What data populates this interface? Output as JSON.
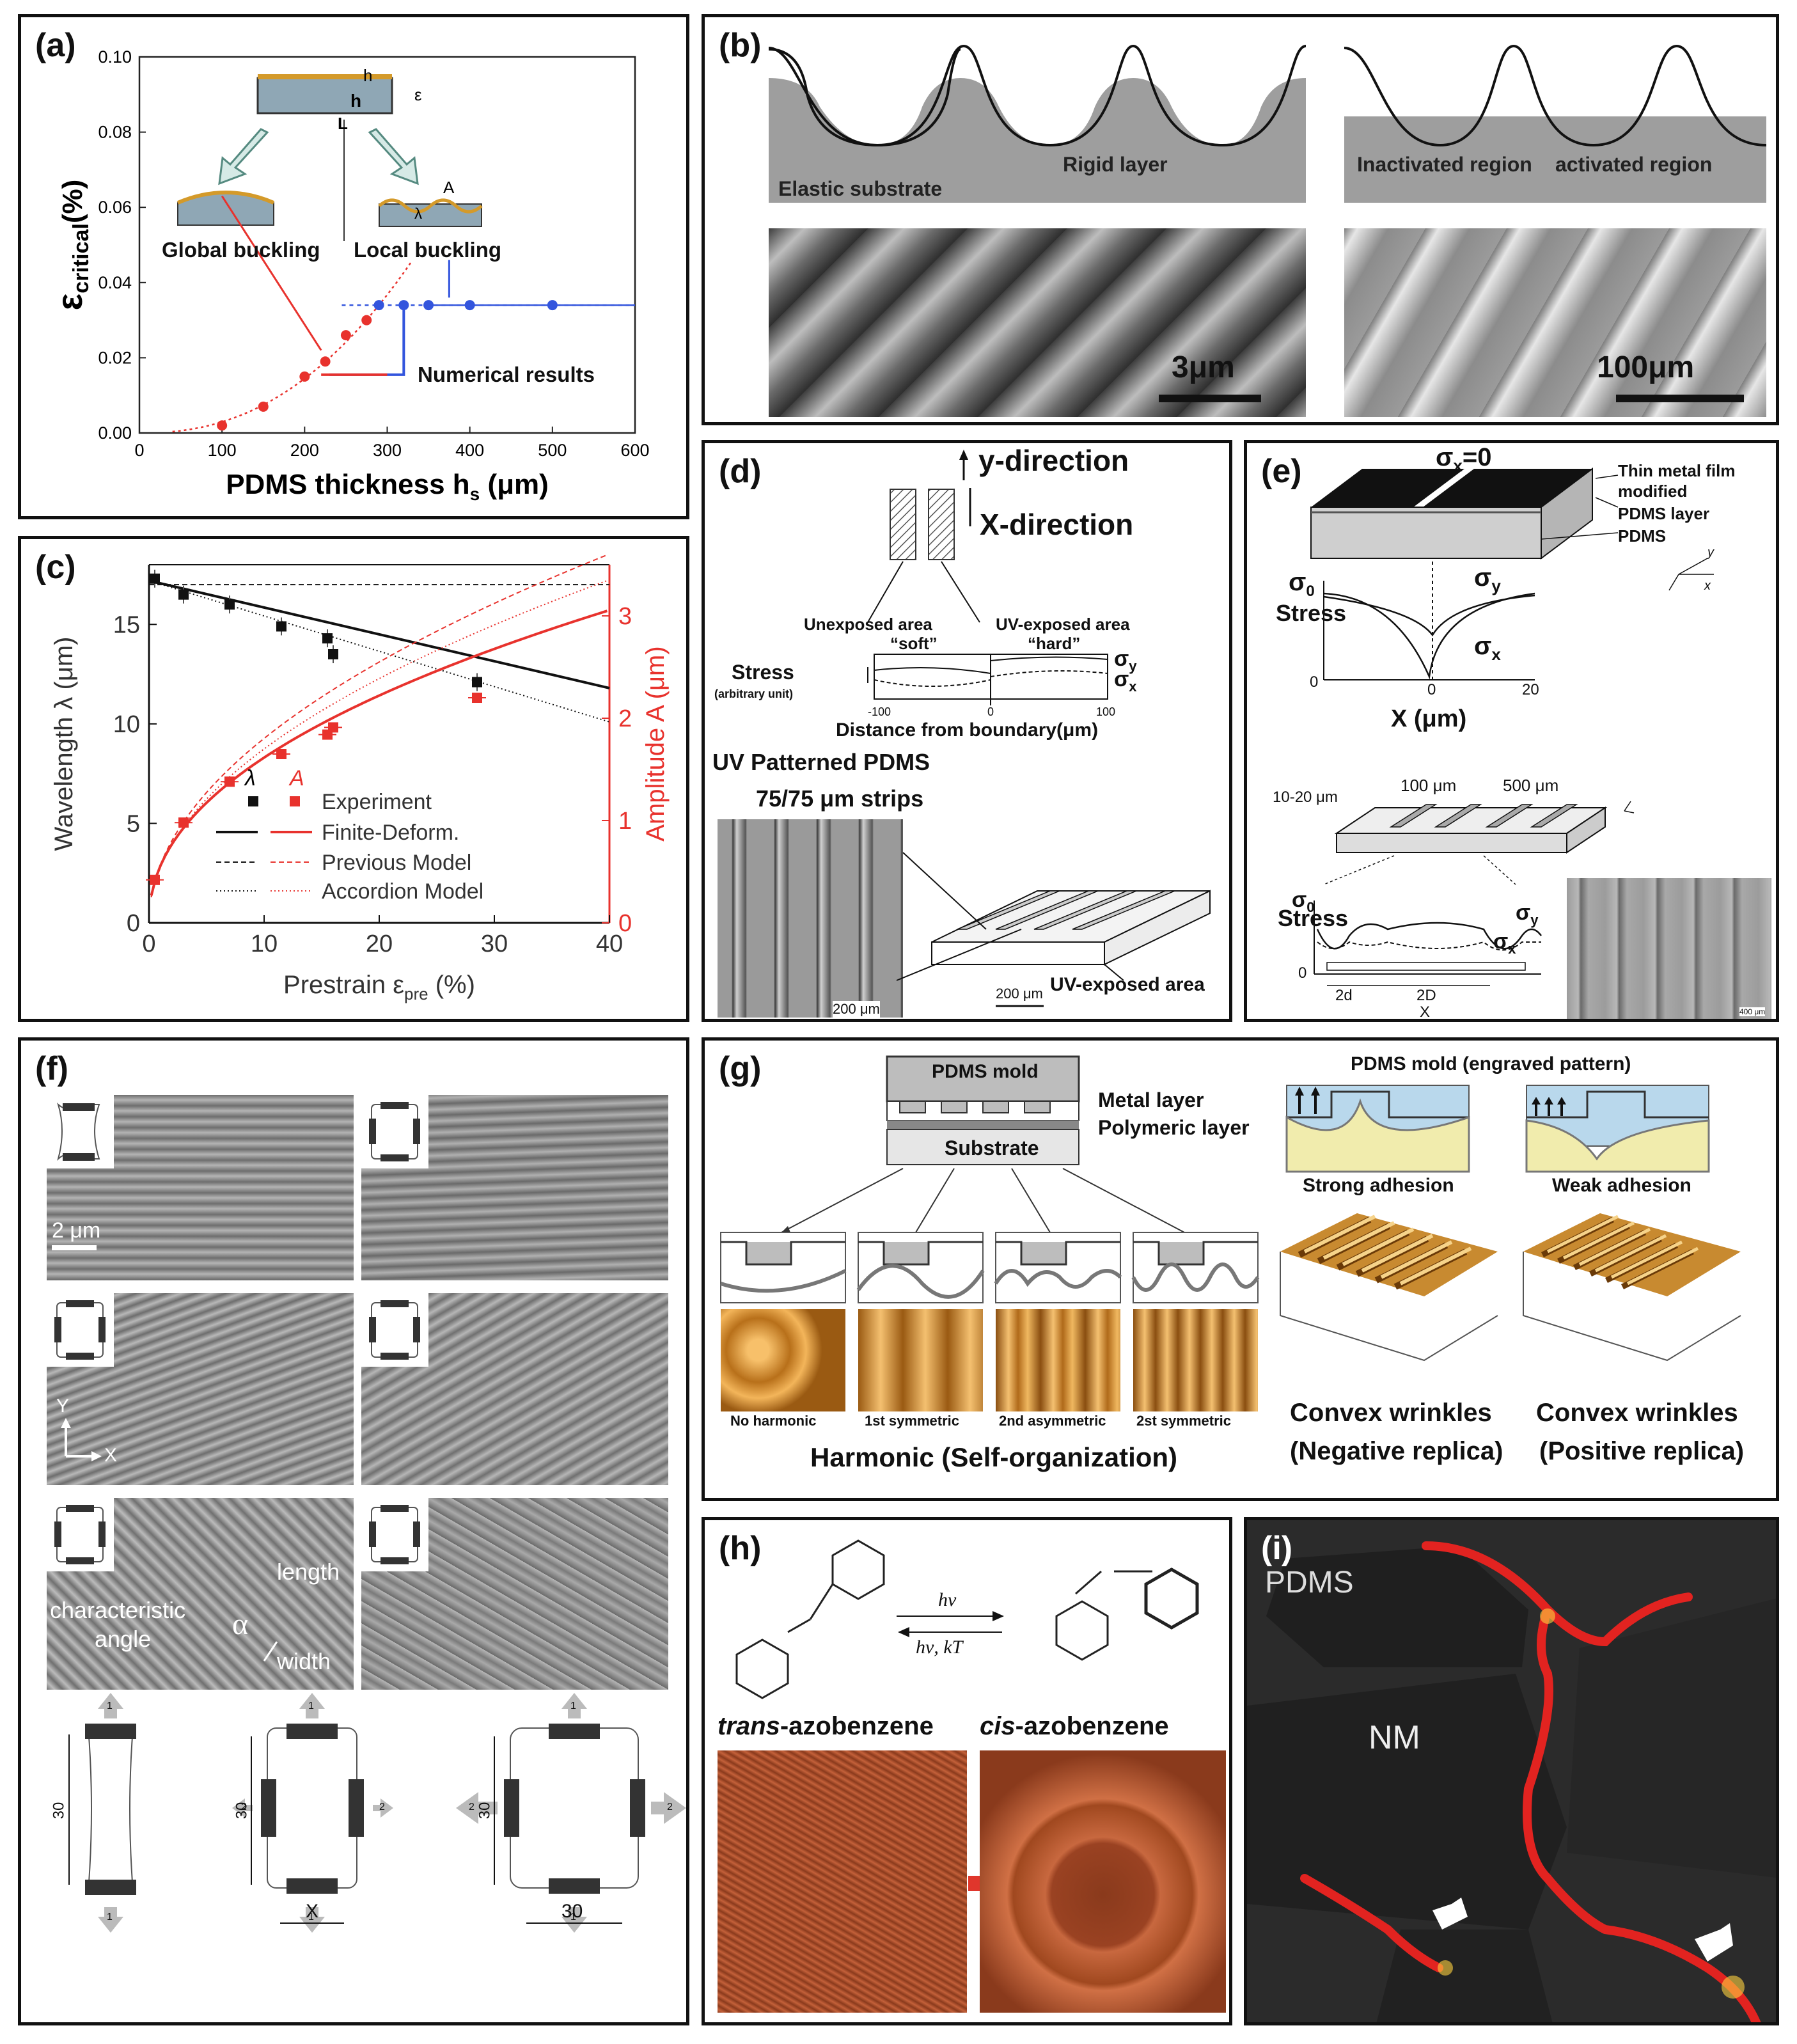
{
  "panels": {
    "a": {
      "label": "(a)"
    },
    "b": {
      "label": "(b)"
    },
    "c": {
      "label": "(c)"
    },
    "d": {
      "label": "(d)"
    },
    "e": {
      "label": "(e)"
    },
    "f": {
      "label": "(f)"
    },
    "g": {
      "label": "(g)"
    },
    "h": {
      "label": "(h)"
    },
    "i": {
      "label": "(i)"
    }
  },
  "chart_data": [
    {
      "id": "a",
      "type": "scatter",
      "xlabel": "PDMS thickness h",
      "xlabel_sub": "s",
      "xlabel_unit": " (μm)",
      "ylabel": "ε",
      "ylabel_sub": "critical",
      "ylabel_unit": "(%)",
      "xlim": [
        0,
        600
      ],
      "ylim": [
        0,
        0.1
      ],
      "xticks": [
        "0",
        "100",
        "200",
        "300",
        "400",
        "500",
        "600"
      ],
      "yticks": [
        "0.00",
        "0.02",
        "0.04",
        "0.06",
        "0.08",
        "0.10"
      ],
      "series": [
        {
          "color": "#e8322d",
          "points": [
            [
              100,
              0.002
            ],
            [
              150,
              0.007
            ],
            [
              200,
              0.015
            ],
            [
              225,
              0.019
            ],
            [
              250,
              0.026
            ],
            [
              275,
              0.03
            ]
          ]
        },
        {
          "color": "#3355dd",
          "points": [
            [
              290,
              0.034
            ],
            [
              320,
              0.034
            ],
            [
              350,
              0.034
            ],
            [
              400,
              0.034
            ],
            [
              500,
              0.034
            ]
          ]
        }
      ],
      "annotations": [
        "Global buckling",
        "Local buckling",
        "Numerical results"
      ],
      "inset_labels": [
        "h",
        "h",
        "L",
        "ε",
        "A",
        "λ"
      ]
    },
    {
      "id": "c",
      "type": "scatter",
      "xlabel": "Prestrain ε",
      "xlabel_sub": "pre",
      "xlabel_unit": " (%)",
      "ylabel": "Wavelength λ (μm)",
      "ylabel2": "Amplitude A (μm)",
      "xlim": [
        0,
        40
      ],
      "ylim": [
        0,
        18
      ],
      "ylim2": [
        0,
        3.5
      ],
      "xticks": [
        "0",
        "10",
        "20",
        "30",
        "40"
      ],
      "yticks": [
        "0",
        "5",
        "10",
        "15"
      ],
      "yticks2": [
        "0",
        "1",
        "2",
        "3"
      ],
      "series": [
        {
          "color": "#111111",
          "points": [
            [
              0.5,
              17.3
            ],
            [
              3,
              16.5
            ],
            [
              7,
              16.0
            ],
            [
              11.5,
              14.9
            ],
            [
              15.5,
              14.3
            ],
            [
              16,
              13.5
            ],
            [
              28.5,
              12.1
            ]
          ]
        },
        {
          "color": "#e8322d",
          "points": [
            [
              0.5,
              0.42
            ],
            [
              3,
              0.98
            ],
            [
              7,
              1.38
            ],
            [
              11.5,
              1.65
            ],
            [
              15.5,
              1.84
            ],
            [
              16,
              1.91
            ],
            [
              28.5,
              2.2
            ]
          ]
        }
      ],
      "legend_header": [
        "λ",
        "A"
      ],
      "legend": [
        "Experiment",
        "Finite-Deform.",
        "Previous Model",
        "Accordion Model"
      ]
    }
  ],
  "b": {
    "left_labels": [
      "Elastic substrate",
      "Rigid layer"
    ],
    "right_labels": [
      "Inactivated region",
      "activated region"
    ],
    "scale_left": "3μm",
    "scale_right": "100μm"
  },
  "d": {
    "ydir": "y-direction",
    "xdir": "X-direction",
    "unexposed": "Unexposed area",
    "soft": "“soft”",
    "exposed": "UV-exposed area",
    "hard": "“hard”",
    "stress": "Stress",
    "arb": "(arbitrary unit)",
    "sy": "σ",
    "sy_sub": "y",
    "sx": "σ",
    "sx_sub": "x",
    "ticks": [
      "-100",
      "0",
      "100"
    ],
    "dist": "Distance from boundary(μm)",
    "title": "UV Patterned PDMS",
    "strips": "75/75 μm strips",
    "scale1": "200 μm",
    "scale2": "200 μm",
    "uvarea": "UV-exposed area"
  },
  "e": {
    "top_label": "σ",
    "top_label_sub": "x",
    "top_label_eq": "=0",
    "film": "Thin metal film",
    "modified": "modified",
    "pdmslayer": "PDMS layer",
    "pdms": "PDMS",
    "s0": "σ",
    "s0_sub": "0",
    "stress": "Stress",
    "sy": "σ",
    "sy_sub": "y",
    "sx": "σ",
    "sx_sub": "x",
    "xlabel": "X (μm)",
    "xt": [
      "0",
      "0",
      "20"
    ],
    "thk": "10-20 μm",
    "w100": "100 μm",
    "w500": "500 μm",
    "s0b": "σ",
    "s0b_sub": "0",
    "stress2": "Stress",
    "syb": "σ",
    "syb_sub": "y",
    "sxb": "σ",
    "sxb_sub": "x",
    "zero": "0",
    "d2": "2d",
    "D2": "2D",
    "x": "X",
    "scale": "400 μm",
    "axes": [
      "y",
      "x"
    ]
  },
  "f": {
    "scale": "2 μm",
    "ax_y": "Y",
    "ax_x": "X",
    "char1": "characteristic",
    "char2": "angle",
    "alpha": "α",
    "length": "length",
    "width": "width",
    "dims": [
      "30",
      "30",
      "30",
      "X",
      "30"
    ],
    "arrows": [
      "1",
      "1",
      "1",
      "2",
      "2",
      "1",
      "1",
      "2",
      "2",
      "1"
    ]
  },
  "g": {
    "mold": "PDMS mold",
    "metal": "Metal layer",
    "polymer": "Polymeric layer",
    "substrate": "Substrate",
    "modes": [
      "No harmonic",
      "1st symmetric",
      "2nd asymmetric",
      "2st symmetric"
    ],
    "harmonic": "Harmonic (Self-organization)",
    "engraved": "PDMS mold (engraved pattern)",
    "strong": "Strong adhesion",
    "weak": "Weak adhesion",
    "conv1a": "Convex wrinkles",
    "conv1b": "(Negative replica)",
    "conv2a": "Convex wrinkles",
    "conv2b": "(Positive replica)"
  },
  "h": {
    "hv": "hν",
    "hvkt": "hν, kT",
    "trans_i": "trans",
    "trans": "-azobenzene",
    "cis_i": "cis",
    "cis": "-azobenzene"
  },
  "i": {
    "pdms": "PDMS",
    "nm": "NM"
  }
}
